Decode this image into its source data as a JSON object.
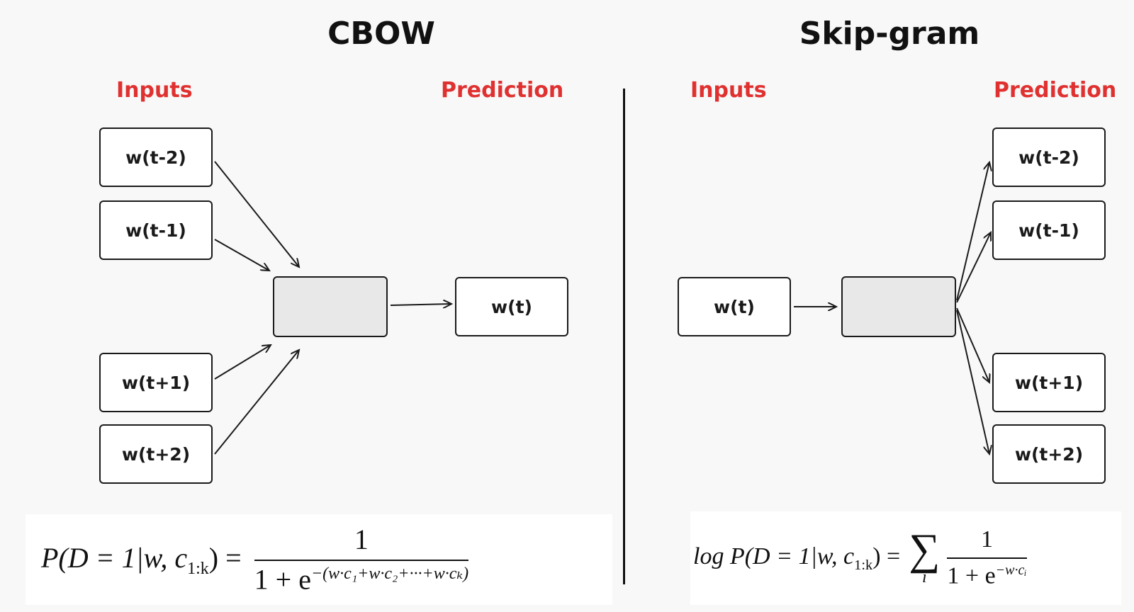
{
  "cbow": {
    "title": "CBOW",
    "inputs_label": "Inputs",
    "prediction_label": "Prediction",
    "inputs": [
      "w(t-2)",
      "w(t-1)",
      "w(t+1)",
      "w(t+2)"
    ],
    "output": "w(t)",
    "formula": {
      "lhs_pre": "P(D = 1|w, c",
      "lhs_sub": "1:k",
      "lhs_post": ") =",
      "numerator": "1",
      "denominator_base": "1 + e",
      "denominator_exp": "−(w·c₁+w·c₂+···+w·cₖ)"
    }
  },
  "skipgram": {
    "title": "Skip-gram",
    "inputs_label": "Inputs",
    "prediction_label": "Prediction",
    "input": "w(t)",
    "outputs": [
      "w(t-2)",
      "w(t-1)",
      "w(t+1)",
      "w(t+2)"
    ],
    "formula": {
      "lhs_pre": "log P(D = 1|w, c",
      "lhs_sub": "1:k",
      "lhs_post": ") =",
      "sum_symbol": "∑",
      "sum_index": "i",
      "numerator": "1",
      "denominator_base": "1 + e",
      "denominator_exp": "−w·cᵢ"
    }
  },
  "colors": {
    "label": "#e03131",
    "stroke": "#1a1a1a",
    "hidden_fill": "#e8e8e8",
    "background": "#f8f8f8"
  }
}
